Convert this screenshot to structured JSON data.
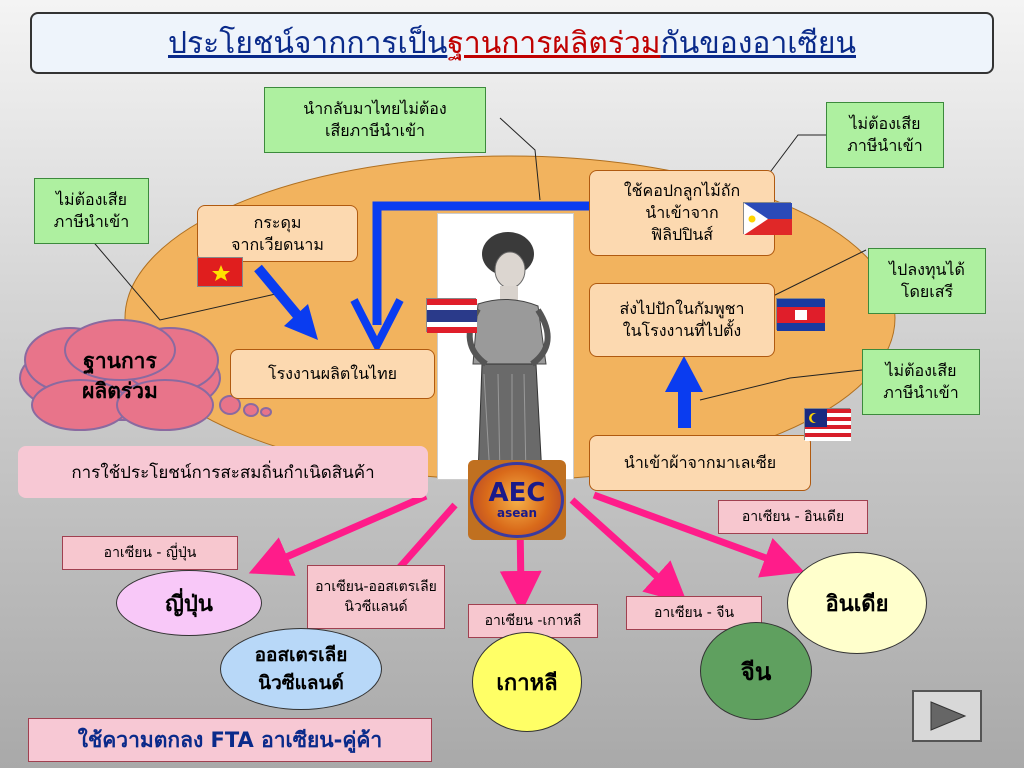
{
  "title": {
    "part1": "ประโยชน์จากการเป็น",
    "part2": "ฐานการผลิตร่วม",
    "part3": "กันของอาเซียน"
  },
  "cloud": {
    "line1": "ฐานการ",
    "line2": "ผลิตร่วม"
  },
  "rules_of_origin": "การใช้ประโยชน์การสะสมถิ่นกำเนิดสินค้า",
  "green_notes": {
    "top_center": {
      "line1": "นำกลับมาไทยไม่ต้อง",
      "line2": "เสียภาษีนำเข้า"
    },
    "top_left": {
      "line1": "ไม่ต้องเสีย",
      "line2": "ภาษีนำเข้า"
    },
    "top_right": {
      "line1": "ไม่ต้องเสีย",
      "line2": "ภาษีนำเข้า"
    },
    "mid_right": {
      "line1": "ไปลงทุนได้",
      "line2": "โดยเสรี"
    },
    "low_right": {
      "line1": "ไม่ต้องเสีย",
      "line2": "ภาษีนำเข้า"
    }
  },
  "steps": {
    "vietnam": {
      "line1": "กระดุม",
      "line2": "จากเวียดนาม"
    },
    "thailand": "โรงงานผลิตในไทย",
    "philippines": {
      "line1": "ใช้คอปกลูกไม้ถัก",
      "line2": "นำเข้าจาก",
      "line3": "ฟิลิปปินส์"
    },
    "cambodia": {
      "line1": "ส่งไปปักในกัมพูชา",
      "line2": "ในโรงงานที่ไปตั้ง"
    },
    "malaysia": "นำเข้าผ้าจากมาเลเซีย"
  },
  "aec_logo": {
    "text": "AEC",
    "sub": "asean"
  },
  "agreements": {
    "japan": "อาเซียน - ญี่ปุ่น",
    "anz": {
      "line1": "อาเซียน-ออสเตรเลีย",
      "line2": "นิวซีแลนด์"
    },
    "korea": "อาเซียน -เกาหลี",
    "china": "อาเซียน - จีน",
    "india": "อาเซียน - อินเดีย"
  },
  "partners": {
    "japan": "ญี่ปุ่น",
    "anz": {
      "line1": "ออสเตรเลีย",
      "line2": "นิวซีแลนด์"
    },
    "korea": "เกาหลี",
    "china": "จีน",
    "india": "อินเดีย"
  },
  "fta_caption": "ใช้ความตกลง FTA อาเซียน-คู่ค้า",
  "colors": {
    "ellipse": "#f2b35e",
    "green_box": "#aef0a0",
    "orange_box": "#fcd9b0",
    "pink_arrow": "#ff1c8a",
    "blue_arrow": "#0a3cf0",
    "japan_oval": "#f8c8f8",
    "anz_oval": "#b8d8f8",
    "korea_oval": "#ffff66",
    "china_oval": "#5fa05f",
    "india_oval": "#ffffcc"
  },
  "icons": [
    "play-button-icon",
    "vietnam-flag-icon",
    "thailand-flag-icon",
    "philippines-flag-icon",
    "cambodia-flag-icon",
    "malaysia-flag-icon",
    "woman-figure-image"
  ]
}
